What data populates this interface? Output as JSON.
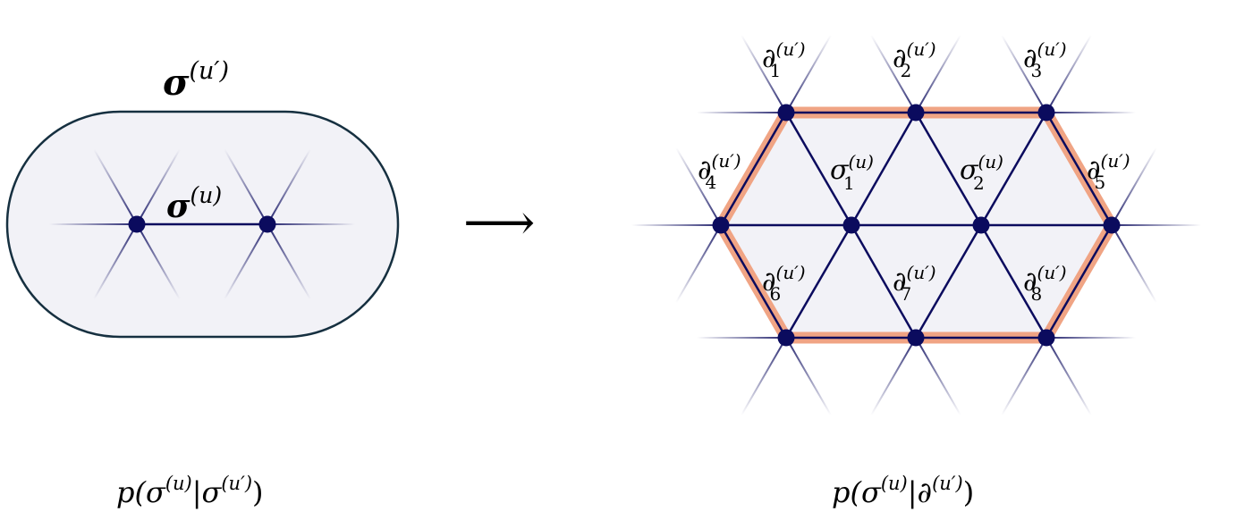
{
  "left_panel": {
    "outer_label": {
      "base": "σ",
      "sup": "(u′)"
    },
    "inner_label": {
      "base": "σ",
      "sup": "(u)"
    },
    "caption": {
      "pre": "p(σ",
      "sup1": "(u)",
      "mid": "|σ",
      "sup2": "(u′)",
      "post": ")"
    }
  },
  "arrow": {
    "glyph": "⟶"
  },
  "right_panel": {
    "interior_labels": [
      {
        "base": "σ",
        "sub": "1",
        "sup": "(u)"
      },
      {
        "base": "σ",
        "sub": "2",
        "sup": "(u)"
      }
    ],
    "boundary_labels": [
      {
        "base": "∂",
        "sub": "1",
        "sup": "(u′)"
      },
      {
        "base": "∂",
        "sub": "2",
        "sup": "(u′)"
      },
      {
        "base": "∂",
        "sub": "3",
        "sup": "(u′)"
      },
      {
        "base": "∂",
        "sub": "4",
        "sup": "(u′)"
      },
      {
        "base": "∂",
        "sub": "5",
        "sup": "(u′)"
      },
      {
        "base": "∂",
        "sub": "6",
        "sup": "(u′)"
      },
      {
        "base": "∂",
        "sub": "7",
        "sup": "(u′)"
      },
      {
        "base": "∂",
        "sub": "8",
        "sup": "(u′)"
      }
    ],
    "caption": {
      "pre": "p(σ",
      "sup1": "(u)",
      "mid": "|∂",
      "sup2": "(u′)",
      "post": ")"
    }
  },
  "colors": {
    "node": "#0b0b5e",
    "edge": "#0b0b5e",
    "fill": "#f2f2f7",
    "boundary_highlight": "#f0a484",
    "outline": "#163040"
  }
}
